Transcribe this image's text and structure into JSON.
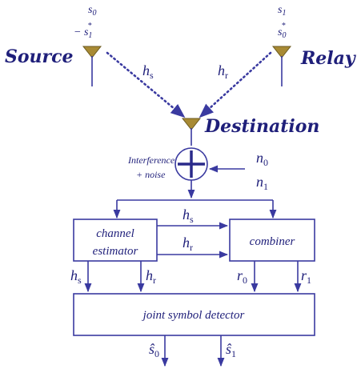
{
  "nodes": {
    "source": {
      "label": "Source",
      "sym_top": "s",
      "sym_top_sub": "0",
      "sym_bot": "− s",
      "sym_bot_sub": "1",
      "sym_bot_sup": "*"
    },
    "relay": {
      "label": "Relay",
      "sym_top": "s",
      "sym_top_sub": "1",
      "sym_bot": "s",
      "sym_bot_sub": "0",
      "sym_bot_sup": "*"
    },
    "destination": {
      "label": "Destination"
    }
  },
  "channels": {
    "hs": {
      "base": "h",
      "sub": "s"
    },
    "hr": {
      "base": "h",
      "sub": "r"
    }
  },
  "interference": {
    "line1": "Interference",
    "line2": "+ noise"
  },
  "noise": {
    "n0": {
      "base": "n",
      "sub": "0"
    },
    "n1": {
      "base": "n",
      "sub": "1"
    }
  },
  "blocks": {
    "channel_estimator": {
      "line1": "channel",
      "line2": "estimator"
    },
    "combiner": {
      "label": "combiner"
    },
    "joint_detector": {
      "label": "joint symbol detector"
    }
  },
  "signals": {
    "r0": {
      "base": "r",
      "sub": "0"
    },
    "r1": {
      "base": "r",
      "sub": "1"
    }
  },
  "outputs": {
    "s0hat": {
      "base": "ŝ",
      "sub": "0"
    },
    "s1hat": {
      "base": "ŝ",
      "sub": "1"
    }
  }
}
